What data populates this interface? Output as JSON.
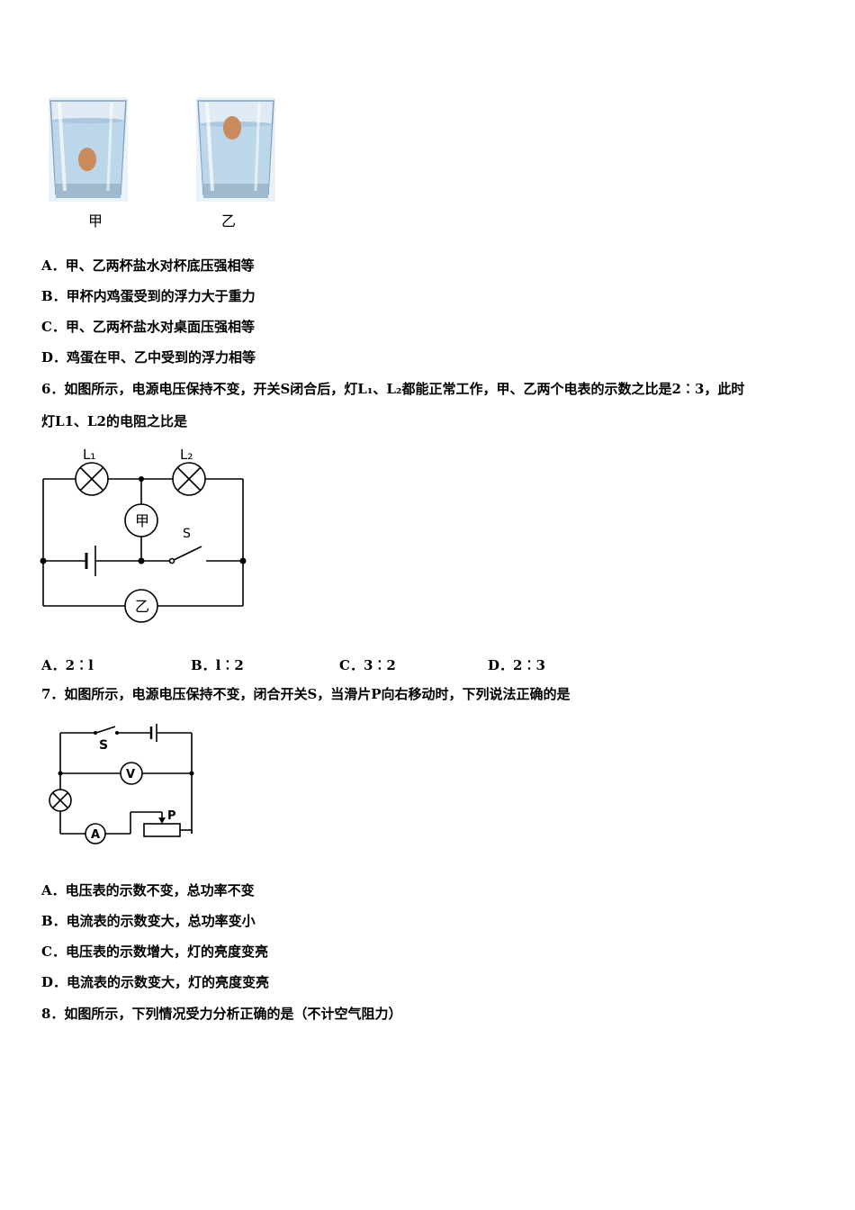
{
  "glasses": {
    "left_caption": "甲",
    "right_caption": "乙",
    "colors": {
      "water": "#bcd6ea",
      "egg": "#c98a5c",
      "glass_edge": "#7f9fbf"
    }
  },
  "q5_options": {
    "a": "A．甲、乙两杯盐水对杯底压强相等",
    "b": "B．甲杯内鸡蛋受到的浮力大于重力",
    "c": "C．甲、乙两杯盐水对桌面压强相等",
    "d": "D．鸡蛋在甲、乙中受到的浮力相等"
  },
  "q6": {
    "line1": "6．如图所示，电源电压保持不变，开关S闭合后，灯L₁、L₂都能正常工作，甲、乙两个电表的示数之比是2︰3，此时",
    "line2": "灯L1、L2的电阻之比是",
    "circuit": {
      "lamp1": "L₁",
      "lamp2": "L₂",
      "meter_top": "甲",
      "meter_bottom": "乙",
      "switch": "S"
    },
    "options": {
      "a": "A．2︰l",
      "b": "B．l︰2",
      "c": "C．3︰2",
      "d": "D．2︰3"
    }
  },
  "q7": {
    "line1": "7．如图所示，电源电压保持不变，闭合开关S，当滑片P向右移动时，下列说法正确的是",
    "circuit": {
      "switch": "S",
      "voltmeter": "V",
      "ammeter": "A",
      "slider": "P"
    },
    "options": {
      "a": "A．电压表的示数不变，总功率不变",
      "b": "B．电流表的示数变大，总功率变小",
      "c": "C．电压表的示数增大，灯的亮度变亮",
      "d": "D．电流表的示数变大，灯的亮度变亮"
    }
  },
  "q8": {
    "line1": "8．如图所示，下列情况受力分析正确的是（不计空气阻力）"
  }
}
